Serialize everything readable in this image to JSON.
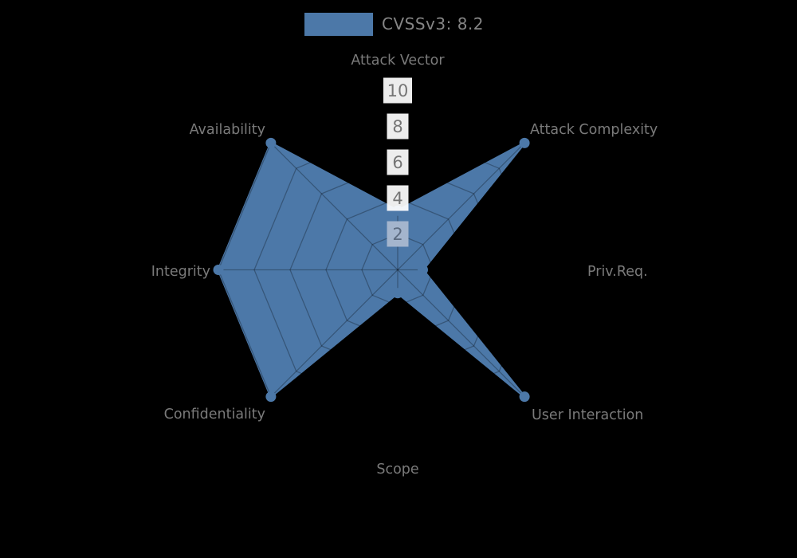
{
  "legend": {
    "label": "CVSSv3: 8.2",
    "swatch_color": "#4c78a8"
  },
  "colors": {
    "series_fill": "#4c78a8",
    "background": "#000000",
    "axis_label_text": "#7a7a7a",
    "tick_text": "#757575",
    "tick_box": "#ffffff",
    "tick_box_over_fill": "#a4b5cd",
    "tick_text_over_fill": "#5c6b80",
    "gridline": "rgba(0,0,0,0.28)"
  },
  "chart_data": {
    "type": "radar",
    "title": "CVSSv3: 8.2",
    "categories": [
      "Attack Vector",
      "Attack Complexity",
      "Priv.Req.",
      "User Interaction",
      "Scope",
      "Confidentiality",
      "Integrity",
      "Availability"
    ],
    "series": [
      {
        "name": "CVSSv3: 8.2",
        "values": [
          3.3,
          10,
          1.4,
          10,
          1.3,
          10,
          10,
          10
        ]
      }
    ],
    "rlim": [
      0,
      10
    ],
    "ticks": [
      2,
      4,
      6,
      8,
      10
    ],
    "grid": true,
    "grid_shape": "polygon",
    "legend_position": "top-center"
  }
}
